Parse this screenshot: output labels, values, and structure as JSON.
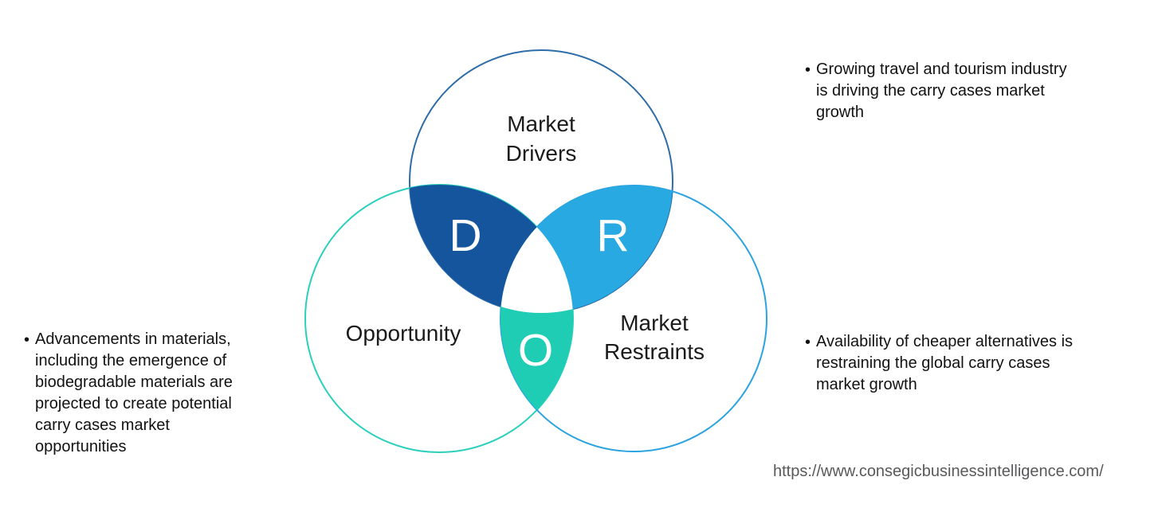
{
  "venn": {
    "circles": {
      "drivers": {
        "label_line1": "Market",
        "label_line2": "Drivers",
        "outline_color": "#2E6DA8"
      },
      "opportunity": {
        "label": "Opportunity",
        "outline_color": "#2BCFBC"
      },
      "restraints": {
        "label_line1": "Market",
        "label_line2": "Restraints",
        "outline_color": "#2BA3E0"
      }
    },
    "intersections": {
      "d": {
        "letter": "D",
        "fill": "#15559E",
        "letter_color": "#FFFFFF"
      },
      "r": {
        "letter": "R",
        "fill": "#29A9E1",
        "letter_color": "#FFFFFF"
      },
      "o": {
        "letter": "O",
        "fill": "#1FCDB4",
        "letter_color": "#FFFFFF"
      },
      "center_fill": "#FFFFFF"
    }
  },
  "bullets": {
    "marker": "•",
    "top_right": {
      "lines": [
        "Growing travel and tourism industry",
        "is driving the carry cases market",
        "growth"
      ]
    },
    "left": {
      "lines": [
        "Advancements in materials,",
        "including the emergence of",
        "biodegradable materials are",
        "projected to create potential",
        "carry cases market",
        "opportunities"
      ]
    },
    "bottom_right": {
      "lines": [
        "Availability of cheaper alternatives is",
        "restraining the global carry cases",
        "market growth"
      ]
    }
  },
  "footer": {
    "url": "https://www.consegicbusinessintelligence.com/"
  }
}
